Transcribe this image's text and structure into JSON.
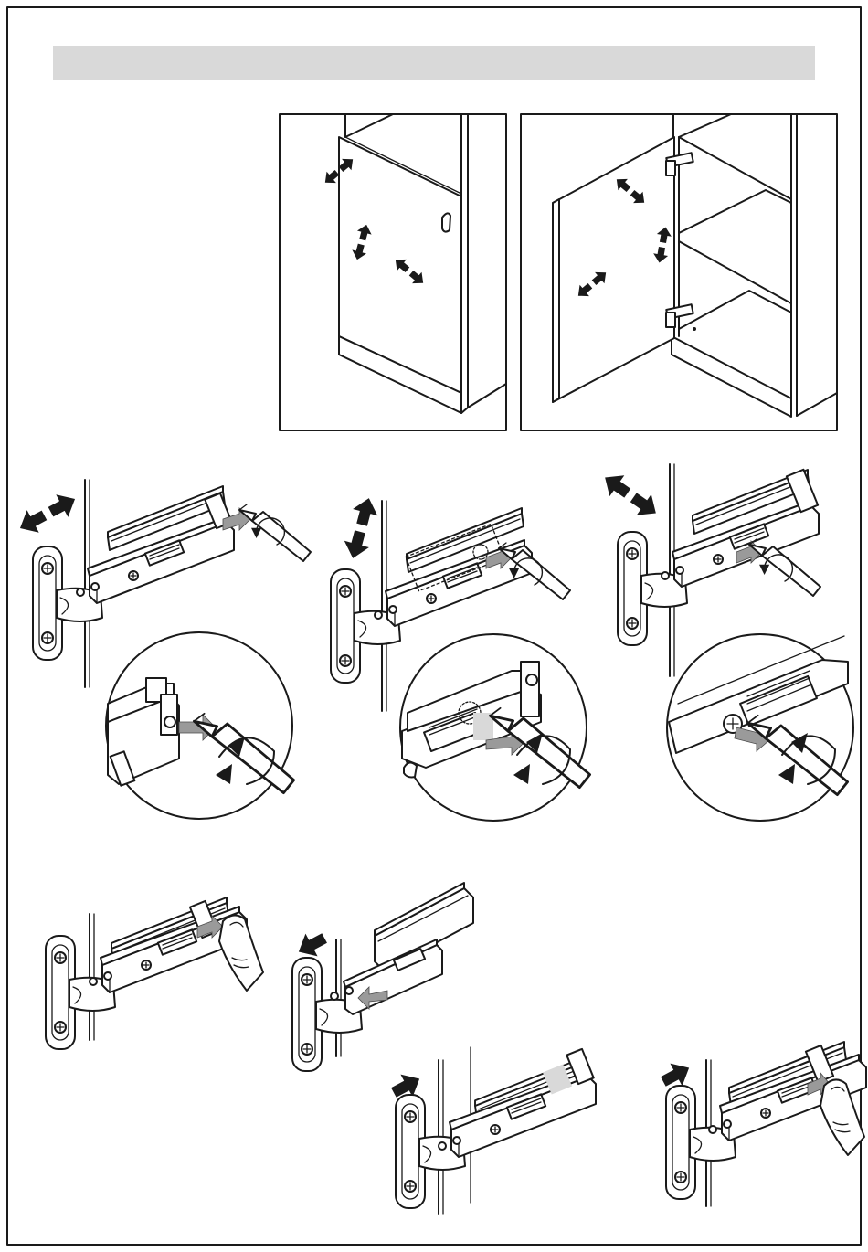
{
  "page": {
    "header_bar_color": "#d9d9d9",
    "line_color": "#1a1a1a"
  },
  "panels": [
    {
      "name": "closed-door-panel"
    },
    {
      "name": "open-door-panel"
    }
  ],
  "steps": [
    {
      "name": "side-adjustment"
    },
    {
      "name": "height-adjustment"
    },
    {
      "name": "depth-adjustment"
    },
    {
      "name": "hinge-release"
    },
    {
      "name": "hinge-detach"
    },
    {
      "name": "hinge-attach"
    },
    {
      "name": "hinge-lock"
    }
  ],
  "icons": [
    "double-arrow-icon",
    "screwdriver-icon",
    "rotation-arrow-icon",
    "hand-icon"
  ]
}
